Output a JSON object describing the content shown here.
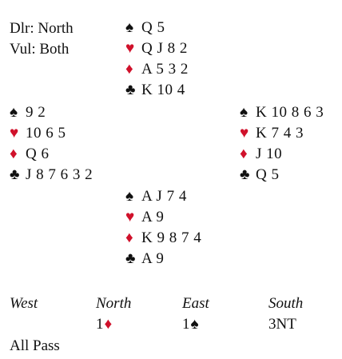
{
  "deal_info": {
    "dealer": "Dlr: North",
    "vulnerability": "Vul: Both"
  },
  "suit_colors": {
    "spades": "#111111",
    "hearts": "#d0112b",
    "diamonds": "#d0112b",
    "clubs": "#111111"
  },
  "suit_symbols": {
    "spades": "♠",
    "hearts": "♥",
    "diamonds": "♦",
    "clubs": "♣"
  },
  "hands": {
    "north": {
      "spades": "Q 5",
      "hearts": "Q J 8 2",
      "diamonds": "A 5 3 2",
      "clubs": "K 10 4"
    },
    "west": {
      "spades": "9 2",
      "hearts": "10 6 5",
      "diamonds": "Q 6",
      "clubs": "J 8 7 6 3 2"
    },
    "east": {
      "spades": "K 10 8 6 3",
      "hearts": "K 7 4 3",
      "diamonds": "J 10",
      "clubs": "Q 5"
    },
    "south": {
      "spades": "A J 7 4",
      "hearts": "A 9",
      "diamonds": "K 9 8 7 4",
      "clubs": "A 9"
    }
  },
  "auction": {
    "headers": [
      "West",
      "North",
      "East",
      "South"
    ],
    "bids": {
      "north_1": {
        "level": "1",
        "suit": "♦"
      },
      "east_1": {
        "level": "1",
        "suit": "♠"
      },
      "south_1": {
        "text": "3NT"
      },
      "west_2": {
        "text": "All Pass"
      }
    }
  }
}
